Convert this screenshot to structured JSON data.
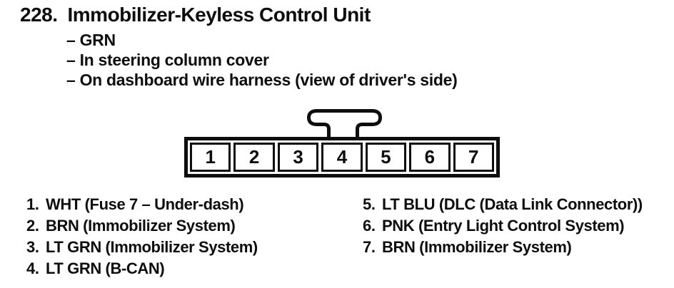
{
  "header": {
    "item_number": "228.",
    "title": "Immobilizer-Keyless Control Unit"
  },
  "attributes": [
    "– GRN",
    "– In steering column cover",
    "– On dashboard wire harness (view of driver's side)"
  ],
  "connector": {
    "pins": [
      "1",
      "2",
      "3",
      "4",
      "5",
      "6",
      "7"
    ]
  },
  "pin_legend": {
    "left": [
      {
        "n": "1.",
        "d": "WHT (Fuse 7 – Under-dash)"
      },
      {
        "n": "2.",
        "d": "BRN (Immobilizer System)"
      },
      {
        "n": "3.",
        "d": "LT GRN (Immobilizer System)"
      },
      {
        "n": "4.",
        "d": "LT GRN (B-CAN)"
      }
    ],
    "right": [
      {
        "n": "5.",
        "d": "LT BLU (DLC (Data Link Connector))"
      },
      {
        "n": "6.",
        "d": "PNK (Entry Light Control System)"
      },
      {
        "n": "7.",
        "d": "BRN (Immobilizer System)"
      }
    ]
  },
  "colors": {
    "ink": "#0e0e0e",
    "paper": "#ffffff"
  }
}
